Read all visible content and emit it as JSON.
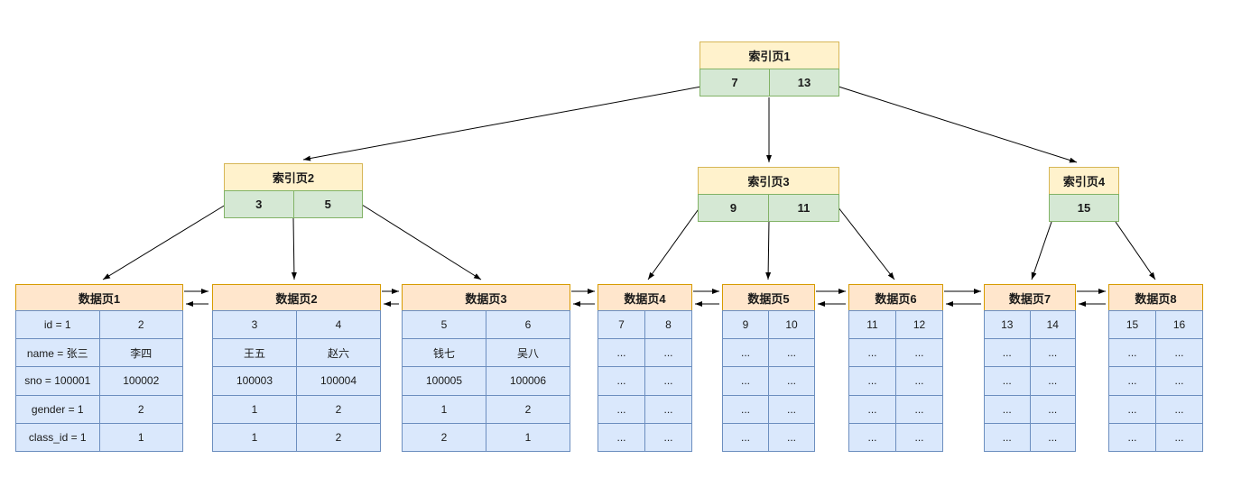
{
  "diagram_type": "bplus-tree-index",
  "colors": {
    "index_header_fill": "#FFF2CC",
    "index_header_stroke": "#D6B656",
    "index_key_fill": "#D5E8D4",
    "index_key_stroke": "#82B366",
    "data_header_fill": "#FFE6CC",
    "data_header_stroke": "#D79B00",
    "data_cell_fill": "#DAE8FC",
    "data_cell_stroke": "#6C8EBF",
    "arrow": "#000000",
    "background": "#ffffff"
  },
  "index_pages": [
    {
      "title": "索引页1",
      "keys": [
        "7",
        "13"
      ]
    },
    {
      "title": "索引页2",
      "keys": [
        "3",
        "5"
      ]
    },
    {
      "title": "索引页3",
      "keys": [
        "9",
        "11"
      ]
    },
    {
      "title": "索引页4",
      "keys": [
        "15"
      ]
    }
  ],
  "data_pages": [
    {
      "title": "数据页1",
      "rows": [
        [
          "id = 1",
          "2"
        ],
        [
          "name = 张三",
          "李四"
        ],
        [
          "sno = 100001",
          "100002"
        ],
        [
          "gender = 1",
          "2"
        ],
        [
          "class_id = 1",
          "1"
        ]
      ]
    },
    {
      "title": "数据页2",
      "rows": [
        [
          "3",
          "4"
        ],
        [
          "王五",
          "赵六"
        ],
        [
          "100003",
          "100004"
        ],
        [
          "1",
          "2"
        ],
        [
          "1",
          "2"
        ]
      ]
    },
    {
      "title": "数据页3",
      "rows": [
        [
          "5",
          "6"
        ],
        [
          "钱七",
          "吴八"
        ],
        [
          "100005",
          "100006"
        ],
        [
          "1",
          "2"
        ],
        [
          "2",
          "1"
        ]
      ]
    },
    {
      "title": "数据页4",
      "rows": [
        [
          "7",
          "8"
        ],
        [
          "...",
          "..."
        ],
        [
          "...",
          "..."
        ],
        [
          "...",
          "..."
        ],
        [
          "...",
          "..."
        ]
      ]
    },
    {
      "title": "数据页5",
      "rows": [
        [
          "9",
          "10"
        ],
        [
          "...",
          "..."
        ],
        [
          "...",
          "..."
        ],
        [
          "...",
          "..."
        ],
        [
          "...",
          "..."
        ]
      ]
    },
    {
      "title": "数据页6",
      "rows": [
        [
          "11",
          "12"
        ],
        [
          "...",
          "..."
        ],
        [
          "...",
          "..."
        ],
        [
          "...",
          "..."
        ],
        [
          "...",
          "..."
        ]
      ]
    },
    {
      "title": "数据页7",
      "rows": [
        [
          "13",
          "14"
        ],
        [
          "...",
          "..."
        ],
        [
          "...",
          "..."
        ],
        [
          "...",
          "..."
        ],
        [
          "...",
          "..."
        ]
      ]
    },
    {
      "title": "数据页8",
      "rows": [
        [
          "15",
          "16"
        ],
        [
          "...",
          "..."
        ],
        [
          "...",
          "..."
        ],
        [
          "...",
          "..."
        ],
        [
          "...",
          "..."
        ]
      ]
    }
  ]
}
